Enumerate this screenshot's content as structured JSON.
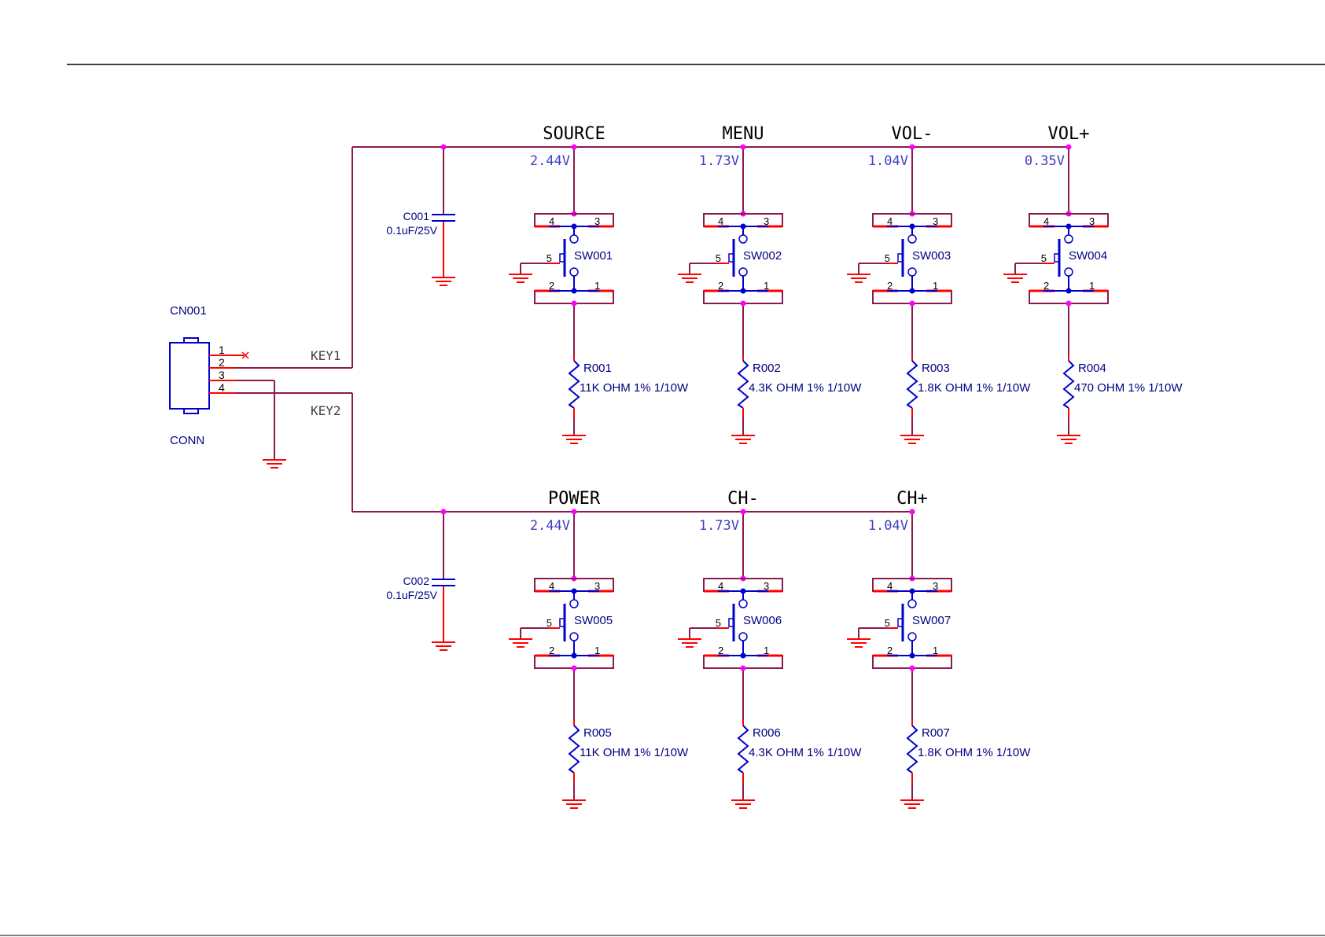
{
  "colors": {
    "wire": "#8b1a4f",
    "pin": "#ff0000",
    "part": "#0000cc",
    "junction": "#ff00ff",
    "label": "#000080",
    "voltage": "#4040c0",
    "netname": "#404040",
    "frame": "#000000"
  },
  "connector": {
    "ref": "CN001",
    "value": "CONN",
    "pins": [
      "1",
      "2",
      "3",
      "4"
    ]
  },
  "nets": {
    "key1": "KEY1",
    "key2": "KEY2"
  },
  "capacitors": [
    {
      "ref": "C001",
      "value": "0.1uF/25V"
    },
    {
      "ref": "C002",
      "value": "0.1uF/25V"
    }
  ],
  "switch_pins": {
    "p1": "1",
    "p2": "2",
    "p3": "3",
    "p4": "4",
    "p5": "5"
  },
  "row1": [
    {
      "key": "SOURCE",
      "voltage": "2.44V",
      "switch": "SW001",
      "res_ref": "R001",
      "res_value": "11K OHM 1% 1/10W"
    },
    {
      "key": "MENU",
      "voltage": "1.73V",
      "switch": "SW002",
      "res_ref": "R002",
      "res_value": "4.3K OHM 1% 1/10W"
    },
    {
      "key": "VOL-",
      "voltage": "1.04V",
      "switch": "SW003",
      "res_ref": "R003",
      "res_value": "1.8K OHM 1% 1/10W"
    },
    {
      "key": "VOL+",
      "voltage": "0.35V",
      "switch": "SW004",
      "res_ref": "R004",
      "res_value": "470 OHM 1% 1/10W"
    }
  ],
  "row2": [
    {
      "key": "POWER",
      "voltage": "2.44V",
      "switch": "SW005",
      "res_ref": "R005",
      "res_value": "11K OHM 1% 1/10W"
    },
    {
      "key": "CH-",
      "voltage": "1.73V",
      "switch": "SW006",
      "res_ref": "R006",
      "res_value": "4.3K OHM 1% 1/10W"
    },
    {
      "key": "CH+",
      "voltage": "1.04V",
      "switch": "SW007",
      "res_ref": "R007",
      "res_value": "1.8K OHM 1% 1/10W"
    }
  ]
}
